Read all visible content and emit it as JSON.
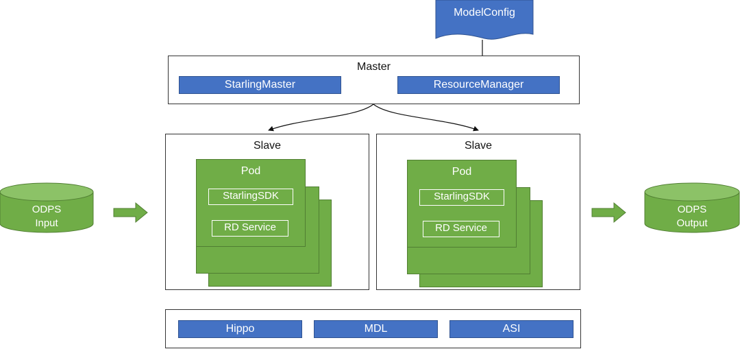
{
  "model_config": {
    "label": "ModelConfig"
  },
  "master": {
    "title": "Master",
    "components": [
      "StarlingMaster",
      "ResourceManager"
    ]
  },
  "slaves": [
    {
      "title": "Slave",
      "pod_title": "Pod",
      "sdk_label": "StarlingSDK",
      "service_label": "RD Service"
    },
    {
      "title": "Slave",
      "pod_title": "Pod",
      "sdk_label": "StarlingSDK",
      "service_label": "RD Service"
    }
  ],
  "input": {
    "line1": "ODPS",
    "line2": "Input"
  },
  "output": {
    "line1": "ODPS",
    "line2": "Output"
  },
  "infrastructure": {
    "components": [
      "Hippo",
      "MDL",
      "ASI"
    ]
  },
  "colors": {
    "primary_blue": "#4472c4",
    "pod_green": "#70ad47",
    "border": "#333333"
  }
}
